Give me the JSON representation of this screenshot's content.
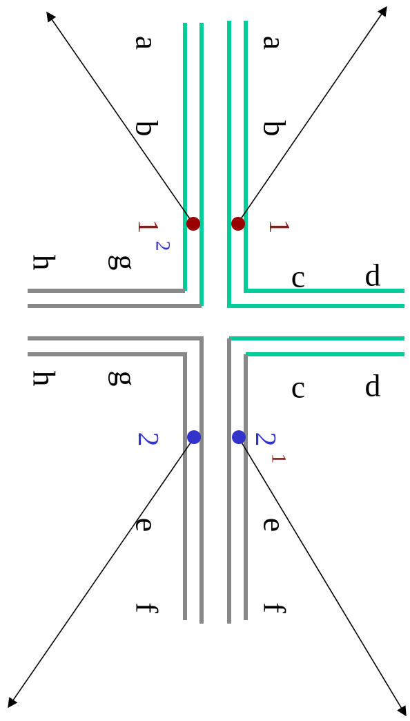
{
  "colors": {
    "green": "#00CC99",
    "gray": "#888888",
    "red_dot": "#990000",
    "blue_dot": "#3333CC",
    "red_text": "#8B1A1A",
    "blue_text": "#3333CC",
    "arrow": "#000000"
  },
  "labels": {
    "upper_left_a": "a",
    "upper_left_b": "b",
    "upper_left_g": "g",
    "upper_left_h": "h",
    "upper_right_a": "a",
    "upper_right_b": "b",
    "upper_right_c": "c",
    "upper_right_d": "d",
    "lower_left_h": "h",
    "lower_left_g": "g",
    "lower_left_e": "e",
    "lower_left_f": "f",
    "lower_right_c": "c",
    "lower_right_d": "d",
    "lower_right_e": "e",
    "lower_right_f": "f"
  },
  "markers": {
    "upper_left_num": "1",
    "upper_left_sup": "2",
    "upper_right_num": "1",
    "lower_left_num": "2",
    "lower_right_num": "2",
    "lower_right_sup": "1"
  }
}
